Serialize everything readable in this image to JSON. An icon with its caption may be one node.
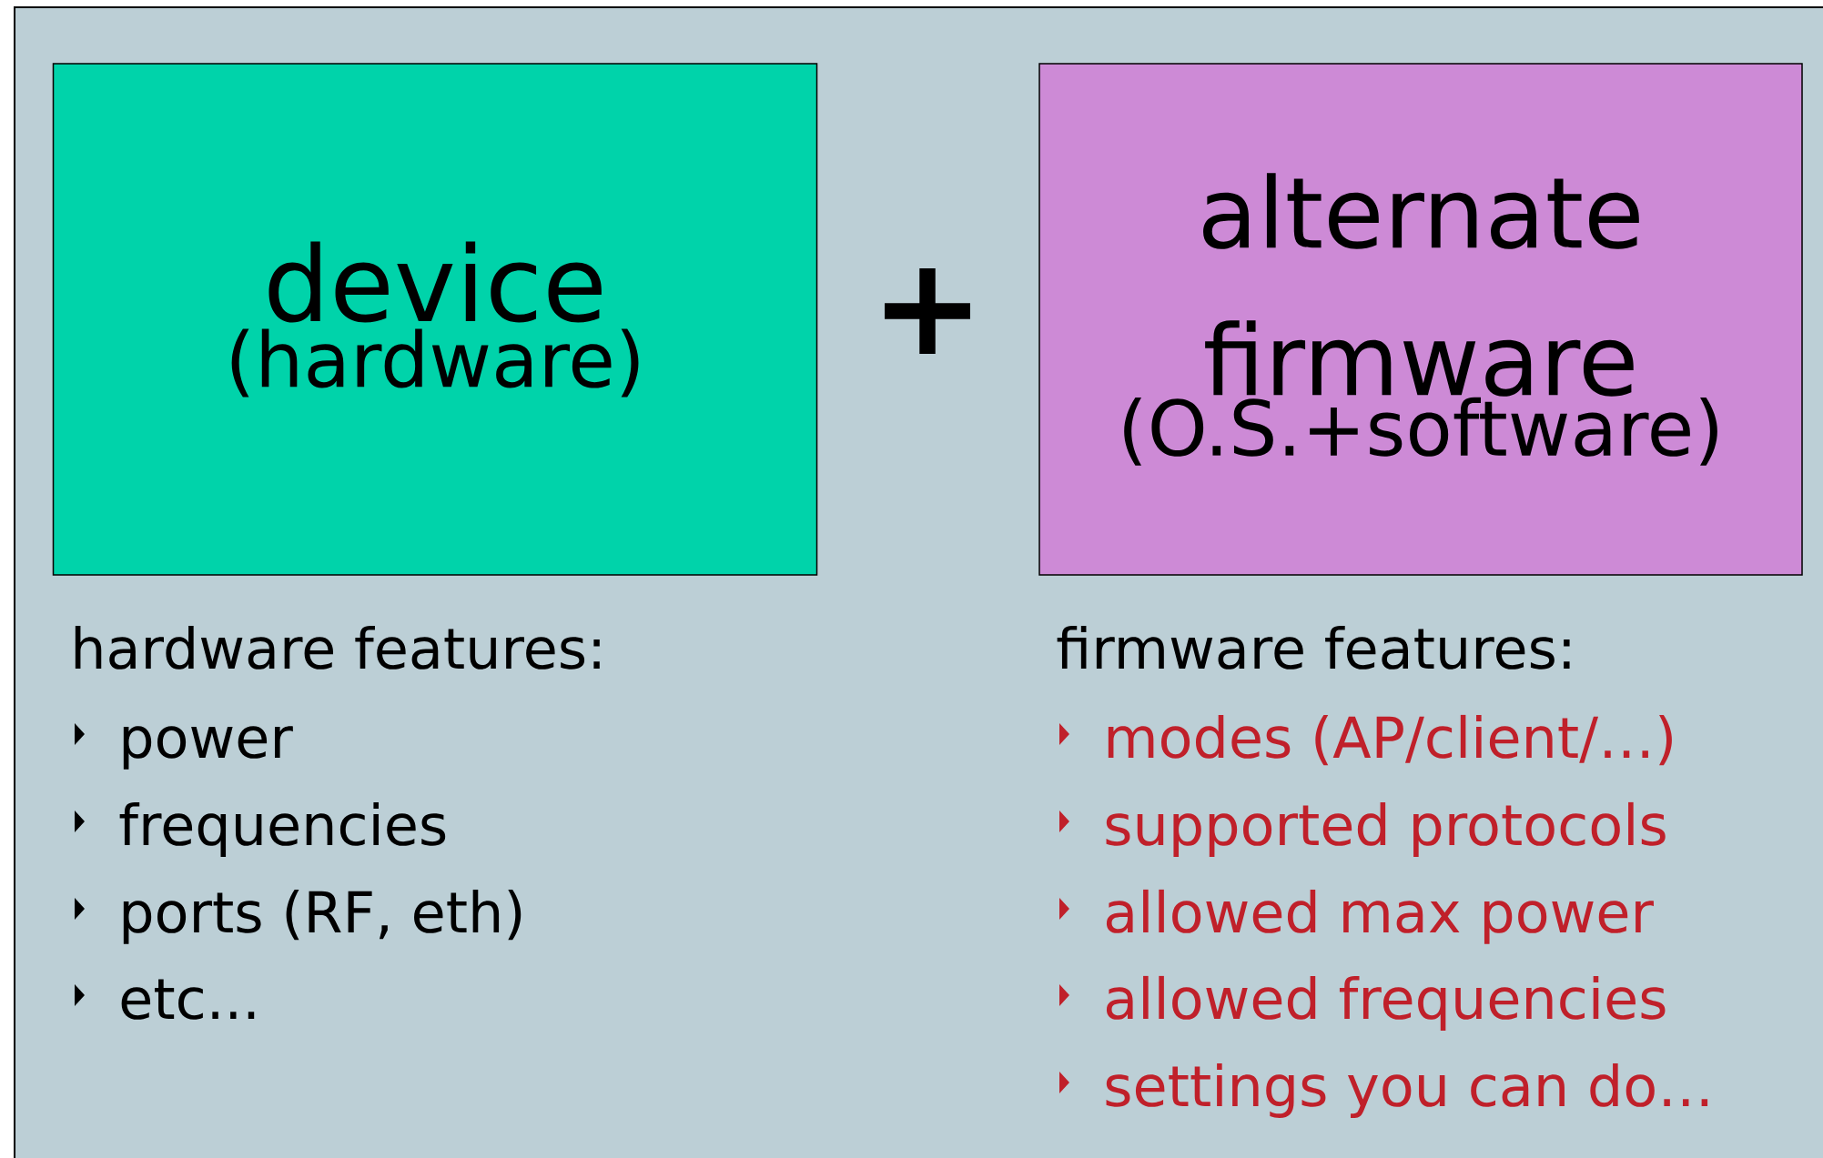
{
  "diagram": {
    "nodes": [
      {
        "text": [
          "device",
          "(hardware)"
        ]
      },
      {
        "text": [
          "alternate firmware",
          "(O.S.+software)"
        ]
      }
    ],
    "edges": [],
    "labels": [
      "+",
      "hardware features:",
      "power",
      "frequencies",
      "ports (RF, eth)",
      "etc...",
      "firmware features:",
      "modes (AP/client/…)",
      "supported protocols",
      "allowed max power",
      "allowed frequencies",
      "settings you can do…"
    ]
  }
}
